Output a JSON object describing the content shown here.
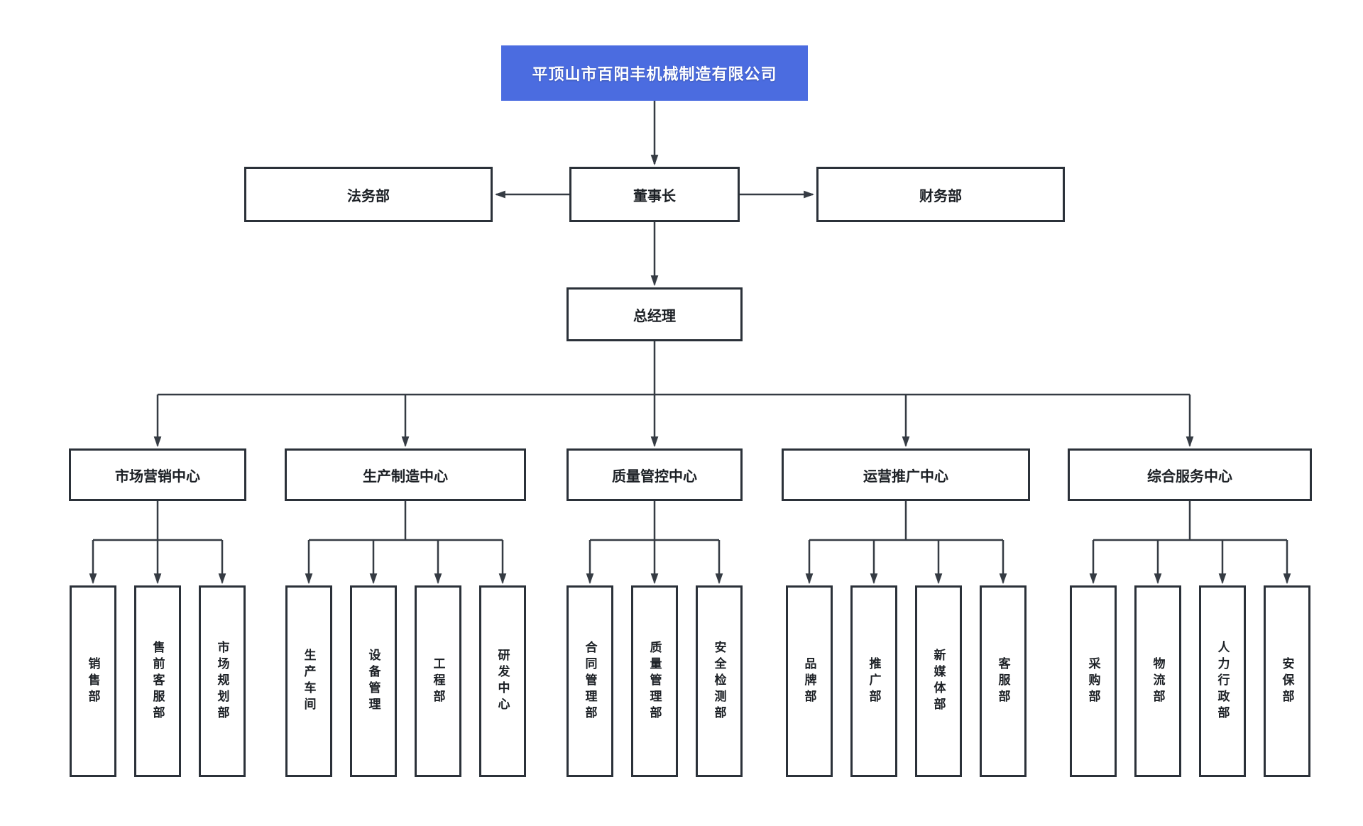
{
  "org_chart": {
    "root": {
      "label": "平顶山市百阳丰机械制造有限公司",
      "bg_color": "#4b6ce0",
      "text_color": "#ffffff"
    },
    "board_row": {
      "legal": "法务部",
      "chairman": "董事长",
      "finance": "财务部"
    },
    "general_manager": "总经理",
    "centers": [
      {
        "label": "市场营销中心",
        "departments": [
          "销售部",
          "售前客服部",
          "市场规划部"
        ]
      },
      {
        "label": "生产制造中心",
        "departments": [
          "生产车间",
          "设备管理",
          "工程部",
          "研发中心"
        ]
      },
      {
        "label": "质量管控中心",
        "departments": [
          "合同管理部",
          "质量管理部",
          "安全检测部"
        ]
      },
      {
        "label": "运营推广中心",
        "departments": [
          "品牌部",
          "推广部",
          "新媒体部",
          "客服部"
        ]
      },
      {
        "label": "综合服务中心",
        "departments": [
          "采购部",
          "物流部",
          "人力行政部",
          "安保部"
        ]
      }
    ],
    "style": {
      "line_color": "#353b43",
      "box_border_color": "#2b3139",
      "label_color": "#1c2025",
      "background": "#ffffff"
    }
  }
}
